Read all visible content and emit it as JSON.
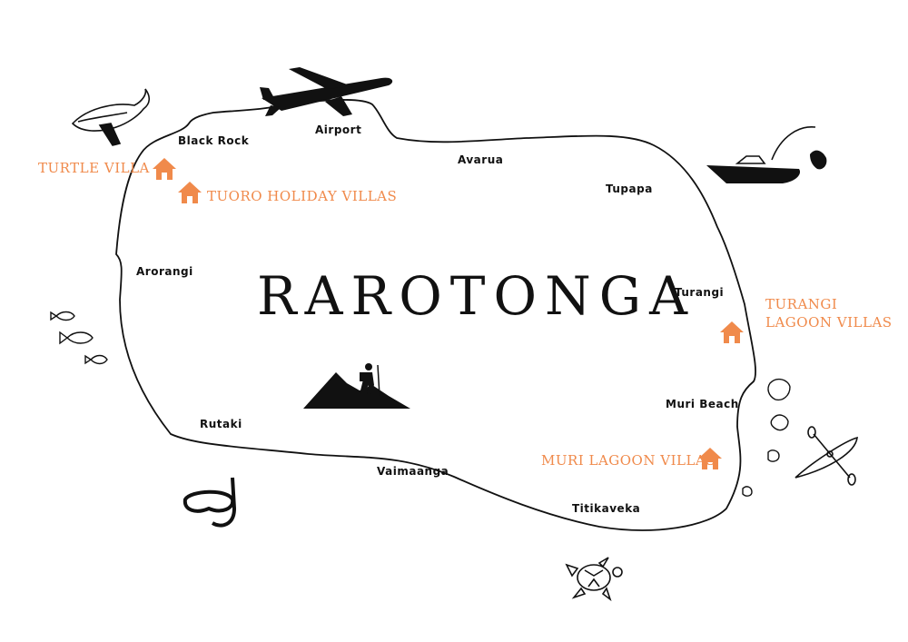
{
  "map": {
    "title": "RAROTONGA",
    "places": {
      "black_rock": "Black Rock",
      "airport": "Airport",
      "avarua": "Avarua",
      "tupapa": "Tupapa",
      "arorangi": "Arorangi",
      "turangi": "Turangi",
      "muri_beach": "Muri Beach",
      "rutaki": "Rutaki",
      "vaimaanga": "Vaimaanga",
      "titikaveka": "Titikaveka"
    },
    "villas": {
      "turtle": "TURTLE VILLA",
      "tuoro": "TUORO HOLIDAY VILLAS",
      "turangi_line1": "TURANGI",
      "turangi_line2": "LAGOON VILLAS",
      "muri": "MURI LAGOON VILLAS"
    },
    "colors": {
      "accent": "#f08a4b",
      "ink": "#111111",
      "background": "#ffffff"
    },
    "icons": [
      "airplane-icon",
      "whale-icon",
      "boat-icon",
      "fishing-rod-icon",
      "fish-icon",
      "hiker-mountain-icon",
      "snorkel-mask-icon",
      "turtle-icon",
      "kayak-icon",
      "house-icon"
    ]
  }
}
